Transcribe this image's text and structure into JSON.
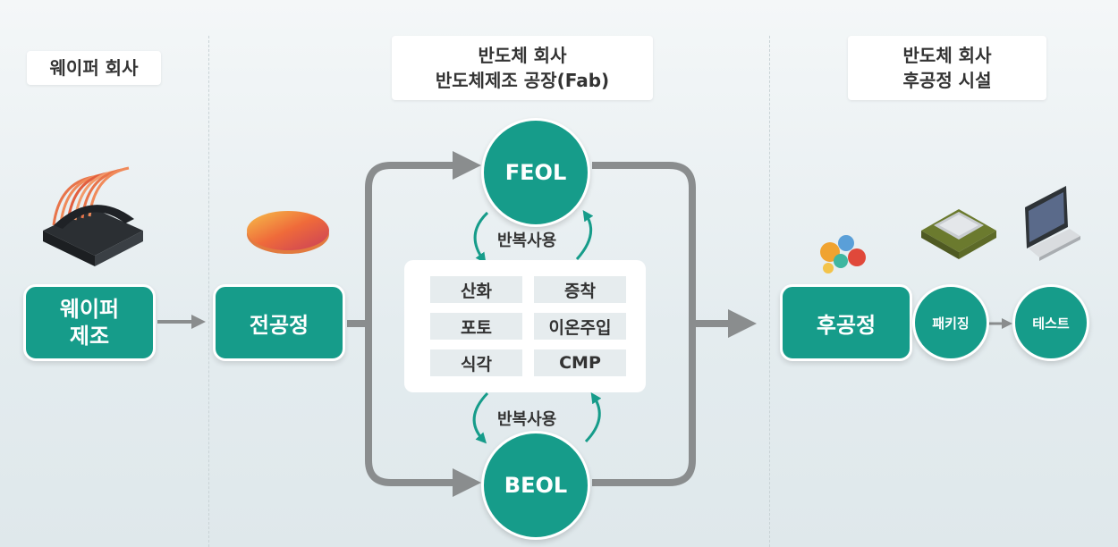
{
  "headers": {
    "wafer_company": "웨이퍼 회사",
    "fab_line1": "반도체 회사",
    "fab_line2": "반도체제조 공장(Fab)",
    "post_line1": "반도체 회사",
    "post_line2": "후공정 시설"
  },
  "nodes": {
    "wafer_line1": "웨이퍼",
    "wafer_line2": "제조",
    "front_end": "전공정",
    "feol": "FEOL",
    "beol": "BEOL",
    "back_end": "후공정",
    "packaging": "패키징",
    "test": "테스트"
  },
  "repeat_use": "반복사용",
  "processes": [
    "산화",
    "증착",
    "포토",
    "이온주입",
    "식각",
    "CMP"
  ],
  "icons": [
    "wafer-stack-icon",
    "wafer-icon",
    "gears-icon",
    "cpu-chip-icon",
    "test-computer-icon"
  ],
  "colors": {
    "teal": "#169c8a",
    "arrow": "#8a8d8e"
  }
}
